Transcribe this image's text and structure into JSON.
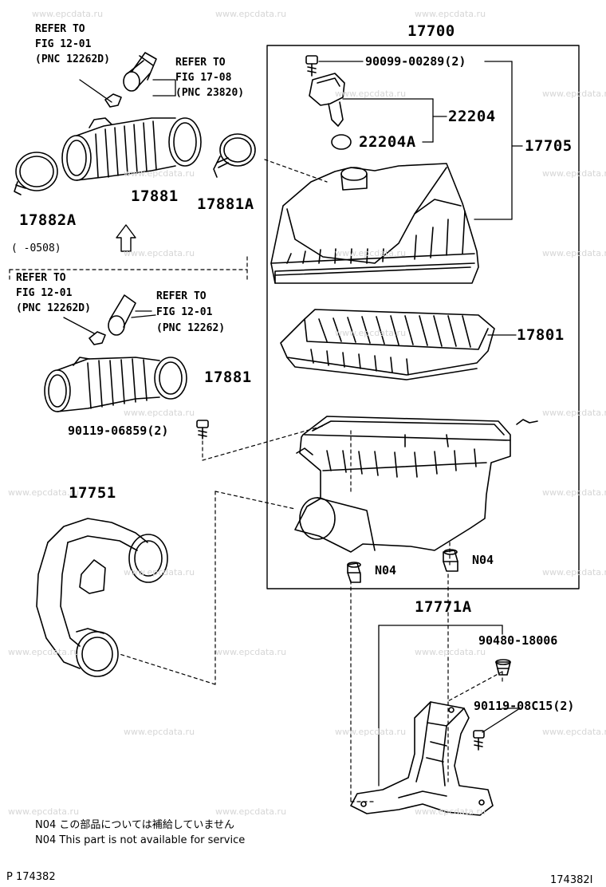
{
  "watermark": "www.epcdata.ru",
  "refs": {
    "r1": [
      "REFER TO",
      "FIG 12-01",
      "(PNC 12262D)"
    ],
    "r2": [
      "REFER TO",
      "FIG 17-08",
      "(PNC 23820)"
    ],
    "r3": [
      "REFER TO",
      "FIG 12-01",
      "(PNC 12262D)"
    ],
    "r4": [
      "REFER TO",
      "FIG 12-01",
      "(PNC 12262)"
    ]
  },
  "range_note": "(      -0508)",
  "parts": {
    "p17700": "17700",
    "p90099": "90099-00289(2)",
    "p22204": "22204",
    "p22204a": "22204A",
    "p17705": "17705",
    "p17881_top": "17881",
    "p17881a": "17881A",
    "p17882a": "17882A",
    "p17801": "17801",
    "p17881_mid": "17881",
    "p90119_06859": "90119-06859(2)",
    "p17751": "17751",
    "n04_left": "N04",
    "n04_right": "N04",
    "p17771a": "17771A",
    "p90480": "90480-18006",
    "p90119_08c15": "90119-08C15(2)"
  },
  "notes": {
    "jp": "N04  この部品については補給していません",
    "en": "N04  This part is not available for service"
  },
  "footer": {
    "left": "P 174382",
    "right": "174382I"
  }
}
